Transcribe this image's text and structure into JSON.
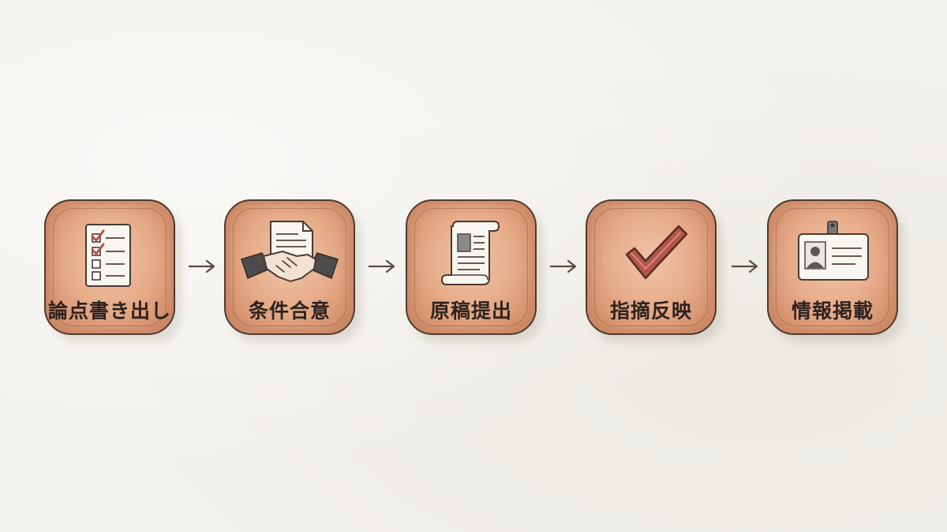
{
  "flow": {
    "steps": [
      {
        "label": "論点書き出し",
        "icon": "checklist-icon"
      },
      {
        "label": "条件合意",
        "icon": "handshake-icon"
      },
      {
        "label": "原稿提出",
        "icon": "scroll-icon"
      },
      {
        "label": "指摘反映",
        "icon": "checkmark-icon"
      },
      {
        "label": "情報掲載",
        "icon": "id-badge-icon"
      }
    ]
  },
  "colors": {
    "background": "#f3f1ec",
    "tile": "#e7ad8a",
    "outline": "#4f3a30",
    "text": "#2d2320",
    "accent": "#b2554a"
  }
}
